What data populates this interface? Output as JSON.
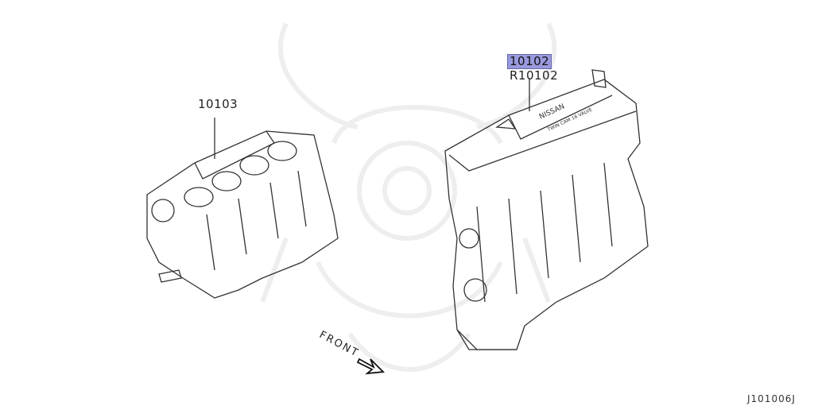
{
  "diagram": {
    "reference_code": "J101006J",
    "callouts": [
      {
        "id": "short-block",
        "label": "10103",
        "highlighted": false
      },
      {
        "id": "bare-engine",
        "label": "10102",
        "highlighted": true
      },
      {
        "id": "bare-engine-reman",
        "label": "R10102",
        "highlighted": false
      }
    ],
    "orientation_label": "FRONT",
    "valve_cover_text": [
      "NISSAN",
      "TWIN CAM 16 VALVE"
    ],
    "colors": {
      "line": "#333333",
      "highlight": "#9999dd",
      "watermark": "#eeeeee"
    }
  }
}
